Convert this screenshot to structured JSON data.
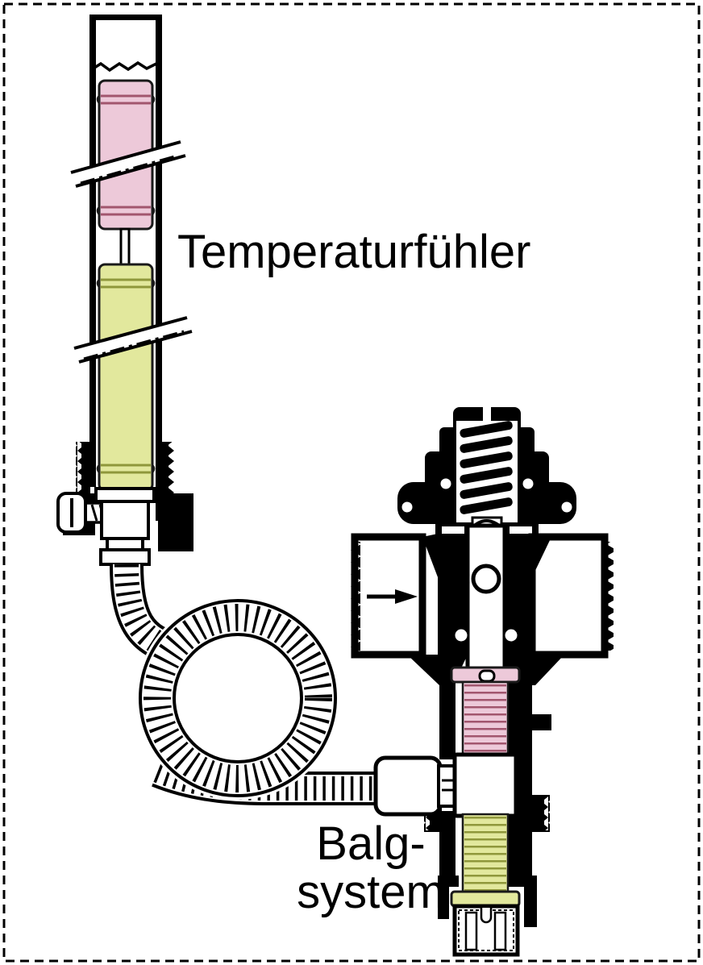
{
  "figure": {
    "border_style": "dashed",
    "labels": {
      "temperature_sensor": "Temperaturfühler",
      "bellows_system_line1": "Balg-",
      "bellows_system_line2": "system"
    },
    "colors": {
      "pink_fill": "#edc9d9",
      "pink_line": "#a2566e",
      "yellow_fill": "#e2e89d",
      "yellow_line": "#8f973b",
      "ink": "#000000",
      "paper": "#ffffff"
    },
    "flow_arrow_direction": "right"
  }
}
